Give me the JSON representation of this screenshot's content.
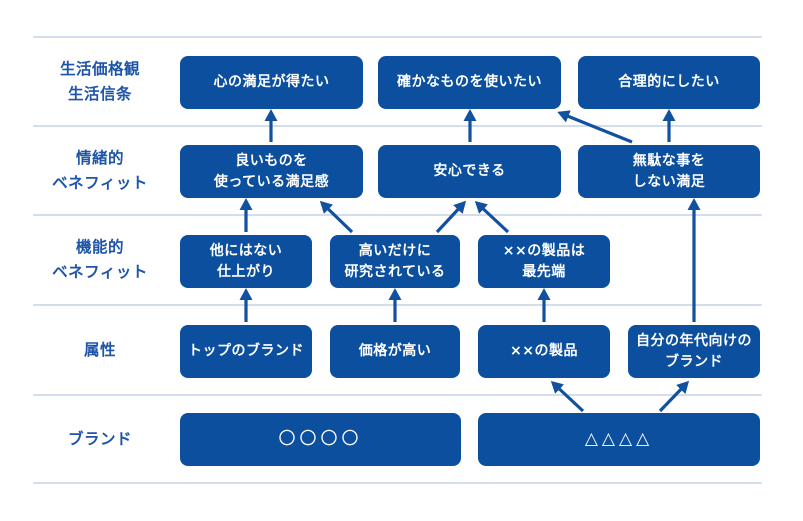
{
  "diagram": {
    "type": "brand-ladder",
    "colors": {
      "background": "#ffffff",
      "node_fill": "#0b4f9e",
      "node_text": "#ffffff",
      "row_label_text": "#1e55a8",
      "arrow": "#11519f",
      "separator": "#d3deec"
    },
    "rows": [
      {
        "id": "life-values",
        "label": "生活価格観\n生活信条"
      },
      {
        "id": "emotional-benefit",
        "label": "情緒的\nベネフィット"
      },
      {
        "id": "functional-benefit",
        "label": "機能的\nベネフィット"
      },
      {
        "id": "attribute",
        "label": "属性"
      },
      {
        "id": "brand",
        "label": "ブランド"
      }
    ],
    "nodes": {
      "value_1": "心の満足が得たい",
      "value_2": "確かなものを使いたい",
      "value_3": "合理的にしたい",
      "emotional_1": "良いものを\n使っている満足感",
      "emotional_2": "安心できる",
      "emotional_3": "無駄な事を\nしない満足",
      "functional_1": "他にはない\n仕上がり",
      "functional_2": "高いだけに\n研究されている",
      "functional_3": "××の製品は\n最先端",
      "attribute_1": "トップのブランド",
      "attribute_2": "価格が高い",
      "attribute_3": "××の製品",
      "attribute_4": "自分の年代向けの\nブランド",
      "brand_1": "〇〇〇〇",
      "brand_2": "△△△△"
    },
    "edges": [
      {
        "from": "attribute_1",
        "to": "functional_1",
        "line": [
          246,
          322,
          246,
          291
        ]
      },
      {
        "from": "attribute_2",
        "to": "functional_2",
        "line": [
          395,
          322,
          395,
          291
        ]
      },
      {
        "from": "attribute_3",
        "to": "functional_3",
        "line": [
          544,
          322,
          544,
          291
        ]
      },
      {
        "from": "attribute_4",
        "to": "emotional_3",
        "line": [
          694,
          322,
          694,
          201
        ]
      },
      {
        "from": "functional_1",
        "to": "emotional_1",
        "line": [
          246,
          232,
          246,
          201
        ]
      },
      {
        "from": "functional_2",
        "to": "emotional_1",
        "line": [
          352,
          232,
          322,
          203
        ]
      },
      {
        "from": "functional_2",
        "to": "emotional_2",
        "line": [
          437,
          232,
          464,
          203
        ]
      },
      {
        "from": "functional_3",
        "to": "emotional_2",
        "line": [
          508,
          232,
          477,
          203
        ]
      },
      {
        "from": "emotional_1",
        "to": "value_1",
        "line": [
          271,
          142,
          271,
          112
        ]
      },
      {
        "from": "emotional_2",
        "to": "value_2",
        "line": [
          470,
          142,
          470,
          112
        ]
      },
      {
        "from": "emotional_3",
        "to": "value_2",
        "line": [
          632,
          142,
          560,
          113
        ]
      },
      {
        "from": "emotional_3",
        "to": "value_3",
        "line": [
          669,
          142,
          669,
          112
        ]
      },
      {
        "from": "brand_2",
        "to": "attribute_3",
        "line": [
          583,
          411,
          553,
          383
        ]
      },
      {
        "from": "brand_2",
        "to": "attribute_4",
        "line": [
          660,
          411,
          687,
          383
        ]
      }
    ]
  }
}
